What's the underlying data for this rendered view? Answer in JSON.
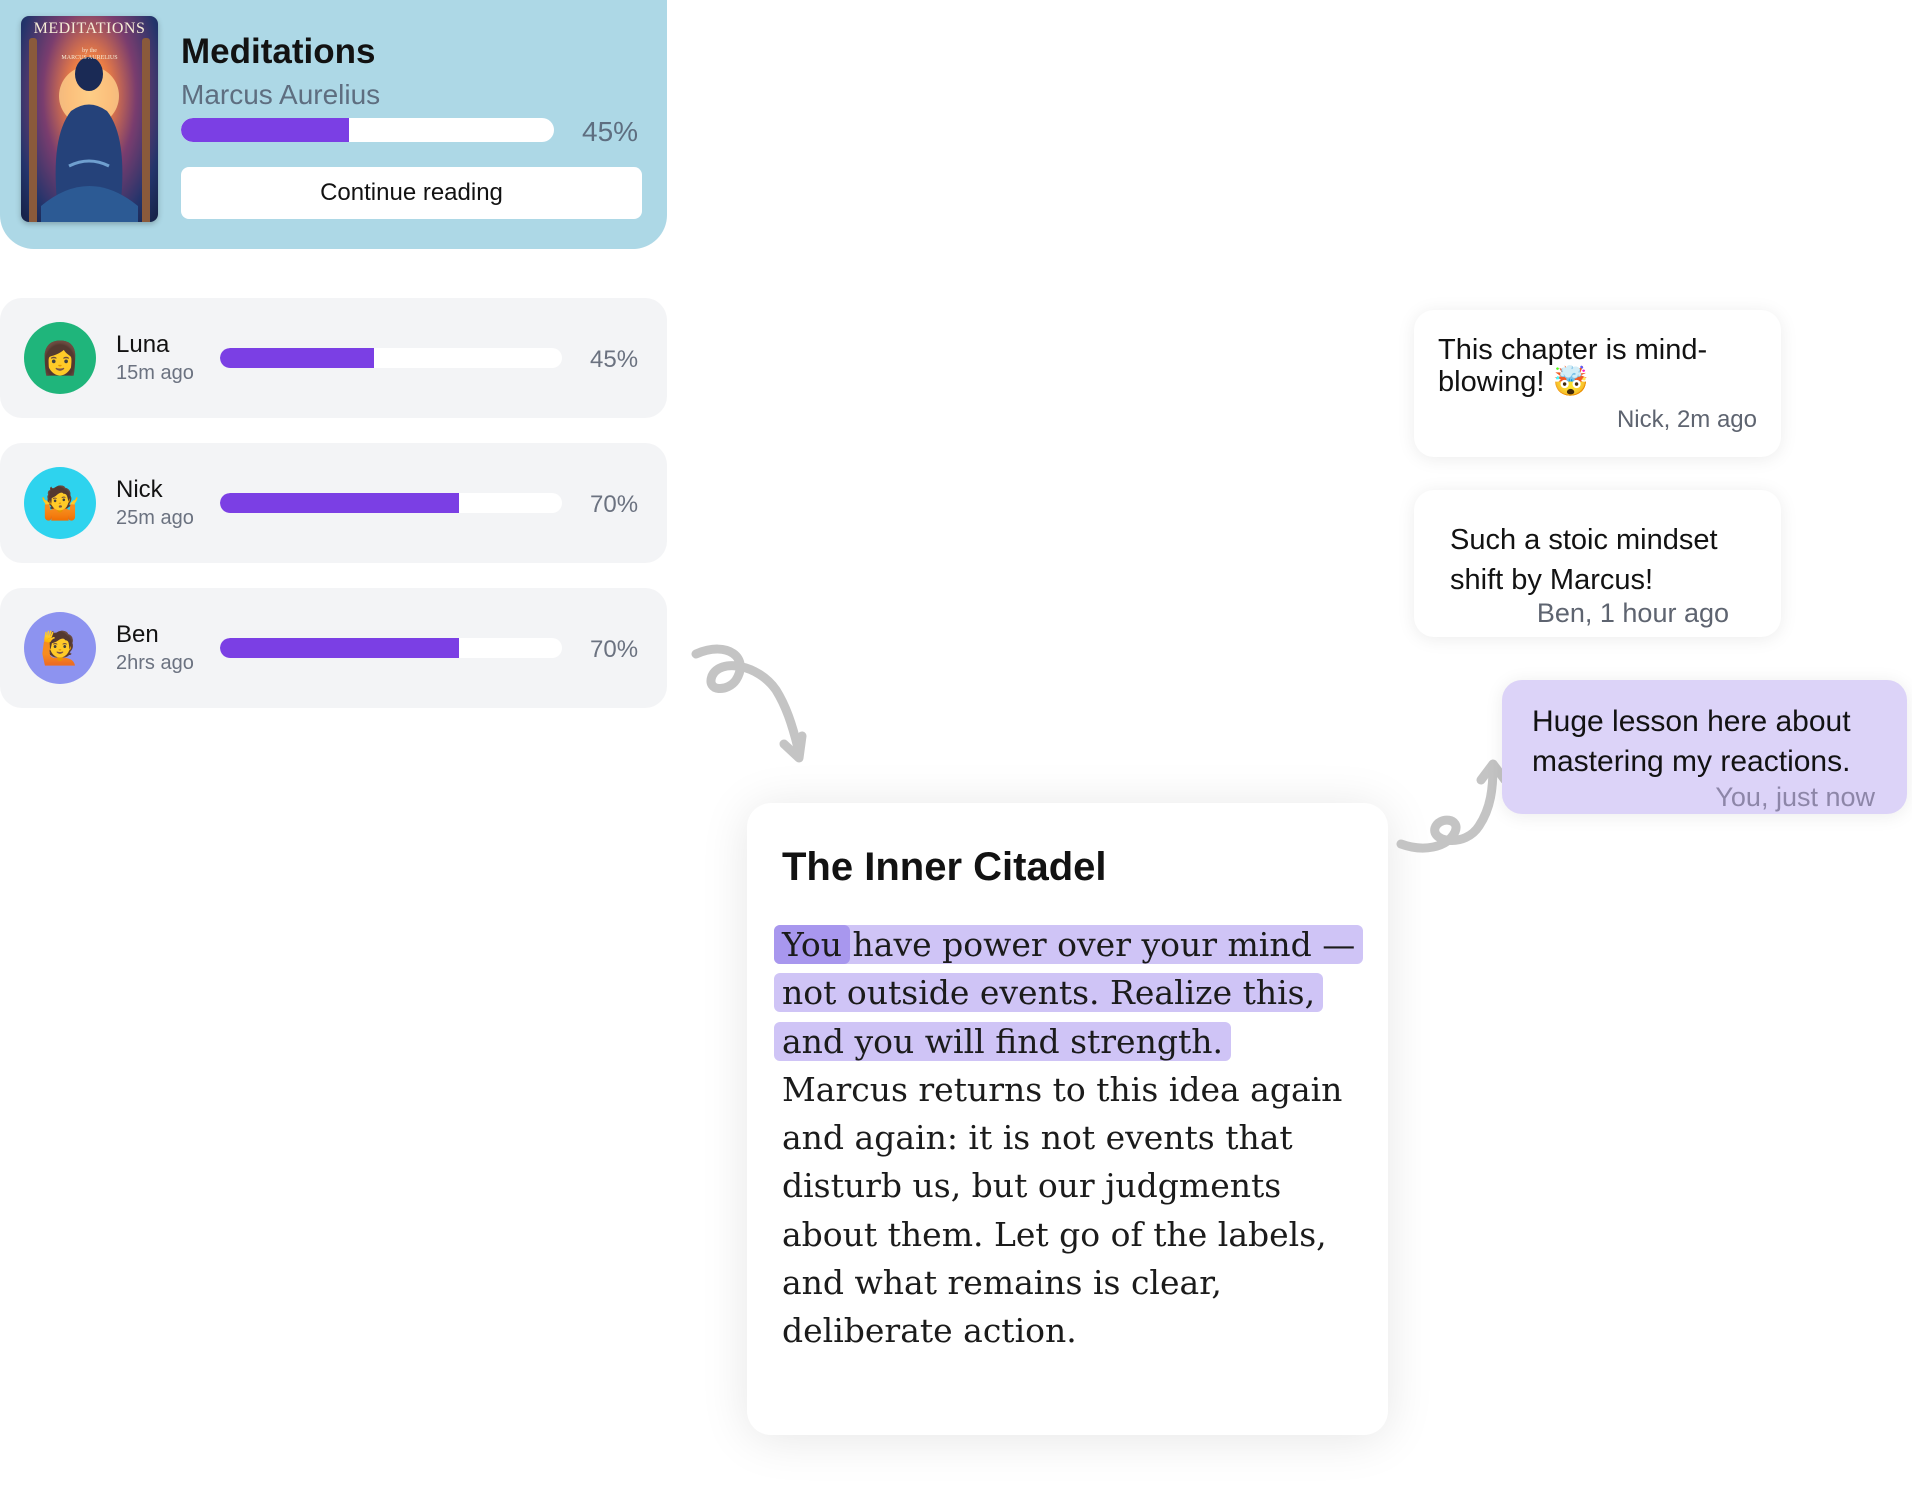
{
  "book": {
    "cover_title": "MEDITATIONS",
    "cover_subtitle": "by the\nMARCUS AURELIUS",
    "title": "Meditations",
    "author": "Marcus Aurelius",
    "progress": 0.45,
    "percent_label": "45%",
    "continue_label": "Continue reading"
  },
  "readers": [
    {
      "name": "Luna",
      "time": "15m ago",
      "progress": 0.45,
      "percent_label": "45%",
      "avatar_icon": "woman-emoji-icon",
      "avatar_glyph": "👩",
      "avatar_color": "#1fb57b"
    },
    {
      "name": "Nick",
      "time": "25m ago",
      "progress": 0.7,
      "percent_label": "70%",
      "avatar_icon": "man-shrugging-emoji-icon",
      "avatar_glyph": "🤷",
      "avatar_color": "#2ed3ee"
    },
    {
      "name": "Ben",
      "time": "2hrs ago",
      "progress": 0.7,
      "percent_label": "70%",
      "avatar_icon": "man-waving-emoji-icon",
      "avatar_glyph": "🙋",
      "avatar_color": "#8d93f0"
    }
  ],
  "chapter": {
    "title": "The Inner Citadel",
    "highlight_first_word": "You",
    "highlight_line_1_rest": " have power over your mind —",
    "highlight_line_2": "not outside events. Realize this,",
    "highlight_line_3": "and you will find strength.",
    "body_lines": [
      "Marcus returns to this idea again",
      "and again: it is not events that",
      "disturb us, but our judgments",
      "about them. Let go of the labels,",
      "and what remains is clear,",
      "deliberate action."
    ]
  },
  "comments": [
    {
      "text_line_1": "This chapter is mind-",
      "text_line_2": "blowing! 🤯",
      "meta": "Nick, 2m ago"
    },
    {
      "text_line_1": "Such a stoic mindset",
      "text_line_2": "shift by Marcus!",
      "meta": "Ben, 1 hour ago"
    },
    {
      "text_line_1": "Huge lesson here about",
      "text_line_2": "mastering my reactions.",
      "meta": "You, just now"
    }
  ],
  "colors": {
    "accent": "#7b3fe4",
    "book_card_bg": "#add8e6",
    "highlight": "#cfc4f6",
    "highlight_strong": "#a897ee",
    "own_comment_bg": "#dcd3f8"
  }
}
